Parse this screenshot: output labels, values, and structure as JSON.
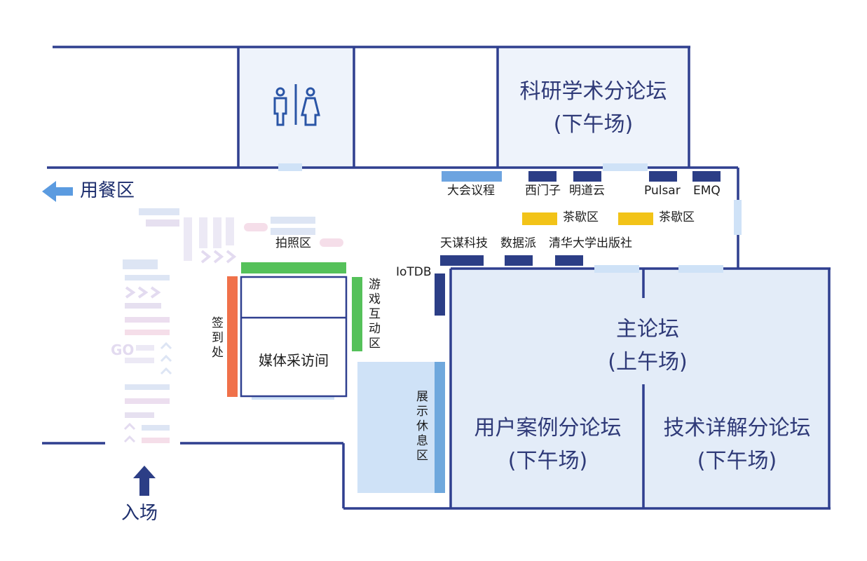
{
  "colors": {
    "wall": "#2f3f8f",
    "room_fill": "#eef3fb",
    "main_fill": "#e3ecf8",
    "door": "#cfe2f7",
    "booth_dark": "#2c3e86",
    "booth_light": "#6da4e0",
    "tea": "#f2c318",
    "photo_green": "#55c15a",
    "signin_orange": "#f0714a",
    "lounge_fill": "#cfe2f7",
    "lounge_bar": "#6fa8dd",
    "arrow": "#5b9be0"
  },
  "labels": {
    "dining": "用餐区",
    "entrance": "入场",
    "research_title": "科研学术分论坛",
    "research_time": "(下午场)",
    "agenda": "大会议程",
    "ximenzi": "西门子",
    "mingdaoyun": "明道云",
    "pulsar": "Pulsar",
    "emq": "EMQ",
    "tea1": "茶歇区",
    "tea2": "茶歇区",
    "tianmou": "天谋科技",
    "shujupai": "数据派",
    "tsinghua_press": "清华大学出版社",
    "iotdb": "IoTDB",
    "photo": "拍照区",
    "game": "游戏互动区",
    "signin": "签到处",
    "media": "媒体采访间",
    "lounge": "展示休息区",
    "main_title": "主论坛",
    "main_time": "(上午场)",
    "user_case_title": "用户案例分论坛",
    "user_case_time": "(下午场)",
    "tech_title": "技术详解分论坛",
    "tech_time": "(下午场)"
  },
  "icons": {
    "restroom": "restroom-icon",
    "left_arrow": "arrow-left-icon",
    "up_arrow": "arrow-up-icon",
    "decor": "decorative-poster-wall-icon"
  }
}
